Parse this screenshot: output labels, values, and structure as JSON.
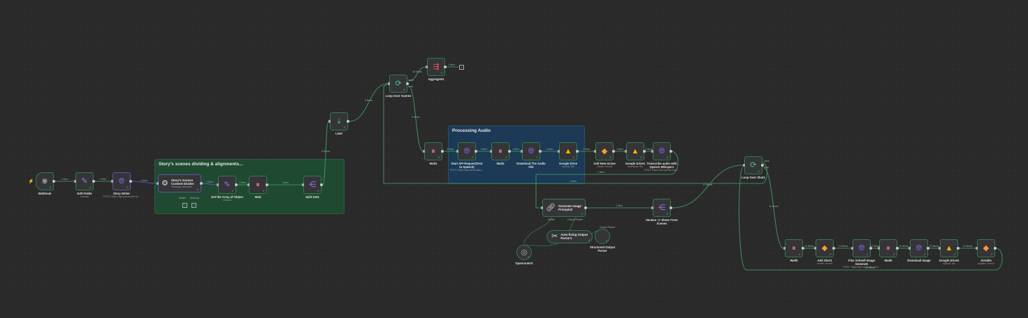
{
  "groups": {
    "story": {
      "title": "Story's scenes dividing & alignments...",
      "color": "#1f4a31"
    },
    "audio": {
      "title": "Processing Audio",
      "color": "#1c3a55"
    }
  },
  "nodes": {
    "webhook": {
      "label": "Webhook",
      "sub": "",
      "icon": "webhook-icon"
    },
    "editFields": {
      "label": "Edit Fields",
      "sub": "manual",
      "icon": "pencil-icon"
    },
    "storyWriter": {
      "label": "Story Writer",
      "sub": "POST: https://api.openrouter.ai/...",
      "icon": "globe-icon"
    },
    "divider": {
      "label": "Story's Scenes Content Divider",
      "sub": "message assistant",
      "icon": "openai-icon"
    },
    "getArray": {
      "label": "Get the Array of Object",
      "sub": "manual",
      "icon": "pencil-icon"
    },
    "wait": {
      "label": "Wait",
      "sub": "",
      "icon": "pause-icon"
    },
    "splitOut": {
      "label": "Split Out1",
      "sub": "",
      "icon": "split-icon"
    },
    "limit": {
      "label": "Limit",
      "sub": "",
      "icon": "limit-icon"
    },
    "loopScenes": {
      "label": "Loop Over Scenes",
      "sub": "",
      "icon": "loop-icon"
    },
    "aggregate": {
      "label": "Aggregate1",
      "sub": "",
      "icon": "aggregate-icon"
    },
    "wait1": {
      "label": "Wait1",
      "sub": "",
      "icon": "pause-icon"
    },
    "startApi": {
      "label": "Start API Request(Text to Speech)",
      "sub": "POST: https://api.elevenlabs...",
      "icon": "globe-icon"
    },
    "wait2": {
      "label": "Wait2",
      "sub": "",
      "icon": "pause-icon"
    },
    "downloadAudio": {
      "label": "Download The Audio File",
      "sub": "",
      "icon": "globe-icon"
    },
    "gdrive": {
      "label": "Google Drive",
      "sub": "upload: file",
      "icon": "google-drive-icon"
    },
    "addScene": {
      "label": "Add New Scene",
      "sub": "create: record",
      "icon": "airtable-icon"
    },
    "gdrive1": {
      "label": "Google Drive1",
      "sub": "download: file",
      "icon": "google-drive-icon"
    },
    "transcribe": {
      "label": "Transcribe audio with OpenAI Whisper1",
      "sub": "POST: https://api.openai.com/...",
      "icon": "globe-icon"
    },
    "genPrompts": {
      "label": "Generate Image Prompts2",
      "sub": "",
      "icon": "chain-icon"
    },
    "iterates": {
      "label": "Iterates => Shots From Scenes",
      "sub": "",
      "icon": "split-icon"
    },
    "autofix": {
      "label": "Auto-fixing Output Parser1",
      "sub": "",
      "icon": "tools-icon"
    },
    "structured": {
      "label": "Structured Output Parser",
      "sub": "",
      "icon": "code-icon"
    },
    "openrouter": {
      "label": "Openrouter2",
      "sub": "",
      "icon": "openrouter-icon"
    },
    "loopShots": {
      "label": "Loop Over Shots",
      "sub": "",
      "icon": "loop-icon"
    },
    "wait5": {
      "label": "Wait5",
      "sub": "",
      "icon": "pause-icon"
    },
    "addShot": {
      "label": "Add Shot1",
      "sub": "create: record",
      "icon": "airtable-icon"
    },
    "flux": {
      "label": "Flux Schnell Image Generate",
      "sub": "POST: https://api.replicate.com/...",
      "icon": "globe-icon"
    },
    "wait6": {
      "label": "Wait6",
      "sub": "",
      "icon": "pause-icon"
    },
    "downloadImage": {
      "label": "Download Image",
      "sub": "",
      "icon": "globe-icon"
    },
    "gdrive2": {
      "label": "Google Drive2",
      "sub": "upload: file",
      "icon": "google-drive-icon"
    },
    "airtable": {
      "label": "Airtable",
      "sub": "update: record",
      "icon": "airtable-icon"
    }
  },
  "ports": {
    "done": "done",
    "loop": "loop",
    "model": "Model",
    "memory": "Memory",
    "output_parser": "Output Parser"
  },
  "edges": [
    {
      "label": "1 item"
    },
    {
      "label": "1 item"
    },
    {
      "label": "1 item"
    },
    {
      "label": "1 item"
    },
    {
      "label": "1 item"
    },
    {
      "label": "1 item"
    },
    {
      "label": "5 items"
    },
    {
      "label": "5 items"
    },
    {
      "label": "44 items"
    },
    {
      "label": "1 item"
    },
    {
      "label": "5 items"
    },
    {
      "label": "1 item"
    },
    {
      "label": "1 item"
    },
    {
      "label": "1 item"
    },
    {
      "label": "1 item"
    },
    {
      "label": "1 item"
    },
    {
      "label": "1 item"
    },
    {
      "label": "1 item"
    },
    {
      "label": "1 item"
    },
    {
      "label": "1 item"
    },
    {
      "label": "12 items"
    },
    {
      "label": "12 items"
    },
    {
      "label": "12 items"
    },
    {
      "label": "12 items"
    },
    {
      "label": "12 items"
    },
    {
      "label": "12 items"
    },
    {
      "label": "12 items"
    },
    {
      "label": "12 items"
    },
    {
      "label": "12 items"
    },
    {
      "label": "1 item"
    }
  ],
  "colors": {
    "accent": "#2f7a4d",
    "edge": "#3b8a5a",
    "pause": "#f27b8f",
    "globe": "#7a6cf0",
    "loop": "#46c39a"
  }
}
